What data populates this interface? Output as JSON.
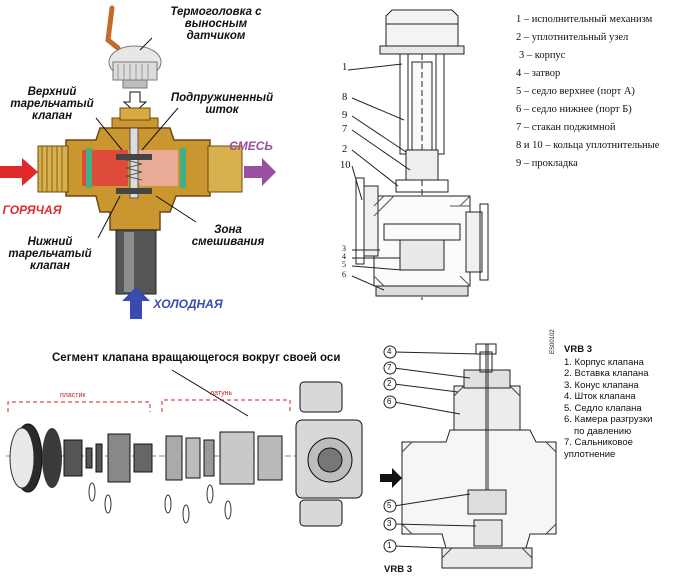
{
  "quadrant1": {
    "label_thermohead": "Термоголовка с выносным датчиком",
    "label_upper_valve": "Верхний тарельчатый клапан",
    "label_stem": "Подпружиненный шток",
    "label_mix": "СМЕСЬ",
    "label_hot": "ГОРЯЧАЯ",
    "label_lower_valve": "Нижний тарельчатый клапан",
    "label_zone": "Зона смешивания",
    "label_cold": "ХОЛОДНАЯ",
    "colors": {
      "hot": "#e02a2a",
      "mix": "#9a4fa0",
      "cold": "#3a4bb0",
      "body": "#c9962f"
    }
  },
  "quadrant2": {
    "legend": [
      "1 – исполнительный механизм",
      "2 – уплотнительный узел",
      "3 – корпус",
      "4 – затвор",
      "5 – седло верхнее (порт  А)",
      "6 – седло нижнее (порт Б)",
      "7 – стакан поджимной",
      "8 и 10 – кольца уплотнительные",
      "9 – прокладка"
    ],
    "callouts": [
      "1",
      "8",
      "9",
      "7",
      "2",
      "10",
      "3",
      "4",
      "5",
      "6"
    ]
  },
  "quadrant3": {
    "title": "Сегмент клапана вращающегося вокруг своей оси",
    "label_plastic": "пластик",
    "label_brass": "латунь"
  },
  "quadrant4": {
    "heading": "VRB 3",
    "legend": [
      "1. Корпус клапана",
      "2. Вставка клапана",
      "3. Конус клапана",
      "4. Шток клапана",
      "5. Седло клапана",
      "6. Камера разгрузки",
      "по давлению",
      "7. Сальниковое уплотнение"
    ],
    "callouts": [
      "4",
      "7",
      "2",
      "6",
      "5",
      "3",
      "1"
    ],
    "footer": "VRB 3",
    "side_code": "ES00102"
  }
}
